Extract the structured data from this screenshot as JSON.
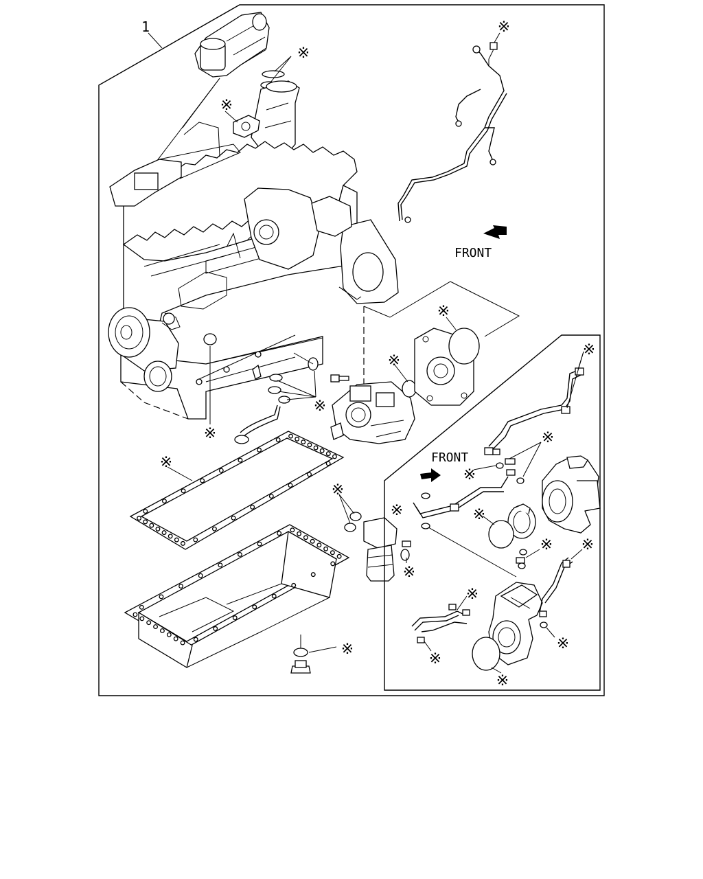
{
  "diagram": {
    "item_number": "1",
    "front_label_top": "FRONT",
    "front_label_inset": "FRONT",
    "asterisk": "※"
  }
}
